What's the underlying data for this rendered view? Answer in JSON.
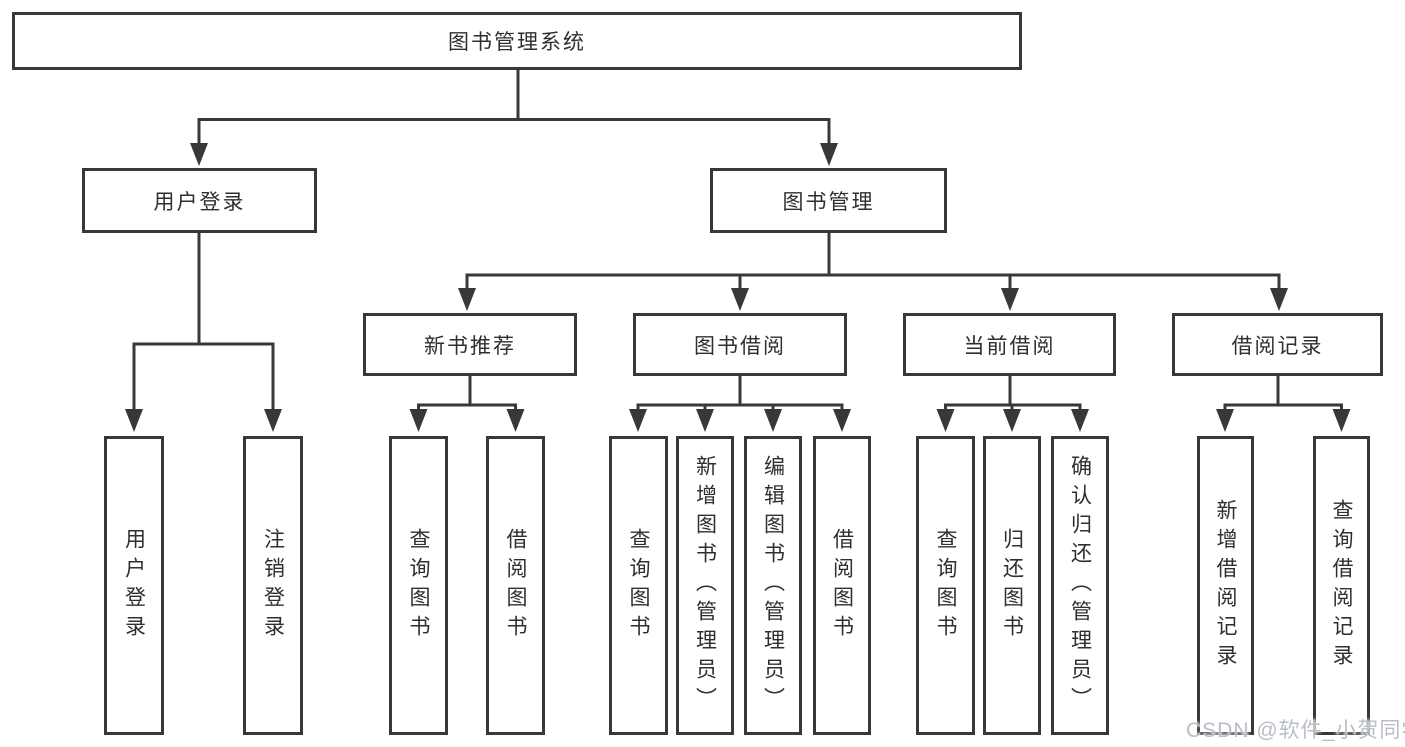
{
  "diagram": {
    "root": {
      "label": "图书管理系统"
    },
    "branches": [
      {
        "label": "用户登录",
        "children": [
          "用户登录",
          "注销登录"
        ]
      },
      {
        "label": "图书管理",
        "groups": [
          {
            "label": "新书推荐",
            "children": [
              "查询图书",
              "借阅图书"
            ]
          },
          {
            "label": "图书借阅",
            "children": [
              "查询图书",
              "新增图书（管理员）",
              "编辑图书（管理员）",
              "借阅图书"
            ]
          },
          {
            "label": "当前借阅",
            "children": [
              "查询图书",
              "归还图书",
              "确认归还（管理员）"
            ]
          },
          {
            "label": "借阅记录",
            "children": [
              "新增借阅记录",
              "查询借阅记录"
            ]
          }
        ]
      }
    ]
  },
  "watermark": {
    "text": "CSDN @软件_小贺同学"
  },
  "colors": {
    "line": "#383838",
    "text": "#2f2f2f",
    "background": "#ffffff",
    "watermark": "#b9bdc6"
  }
}
